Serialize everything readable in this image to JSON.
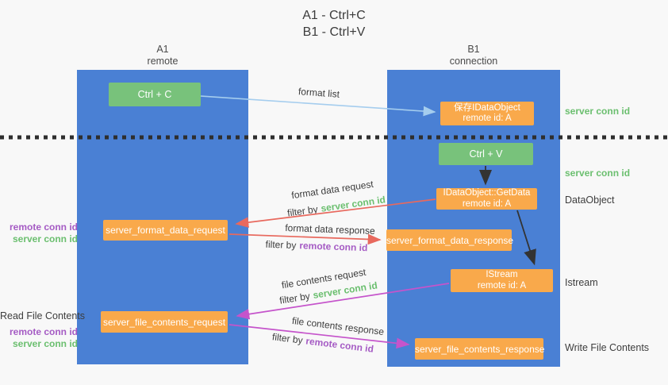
{
  "title": {
    "line1": "A1 - Ctrl+C",
    "line2": "B1 - Ctrl+V"
  },
  "lifelines": {
    "left": {
      "name": "A1",
      "role": "remote"
    },
    "right": {
      "name": "B1",
      "role": "connection"
    }
  },
  "nodes": {
    "ctrl_c": "Ctrl + C",
    "ctrl_v": "Ctrl + V",
    "save_dataobject": {
      "title": "保存IDataObject",
      "subtitle": "remote id: A"
    },
    "getdata": {
      "title": "IDataObject::GetData",
      "subtitle": "remote id: A"
    },
    "istream": {
      "title": "IStream",
      "subtitle": "remote id: A"
    },
    "format_request": "server_format_data_request",
    "format_response": "server_format_data_response",
    "file_request": "server_file_contents_request",
    "file_response": "server_file_contents_response"
  },
  "arrow_labels": {
    "format_list": "format list",
    "format_data_request": "format data request",
    "format_data_response": "format data response",
    "file_contents_request": "file contents request",
    "file_contents_response": "file contents response",
    "filter_by": "filter by",
    "server_conn_id": "server conn id",
    "remote_conn_id": "remote conn id"
  },
  "side_labels": {
    "right_server_conn_top": "server conn id",
    "right_server_conn_mid": "server conn id",
    "dataobject": "DataObject",
    "istream": "Istream",
    "write_file_contents": "Write File Contents",
    "read_file_contents": "Read File Contents",
    "left_remote_conn_1": "remote conn id",
    "left_server_conn_1": "server conn id",
    "left_remote_conn_2": "remote conn id",
    "left_server_conn_2": "server conn id"
  },
  "colors": {
    "lifeline_blue": "#4a80d4",
    "action_green": "#78c27b",
    "message_orange": "#f9a94b",
    "request_red": "#e8695e",
    "response_magenta": "#c554cb",
    "format_list_blue": "#a5cdee",
    "server_conn_green": "#6bbf6f",
    "remote_conn_purple": "#a55bc4",
    "separator_black": "#2e2e2e",
    "text_dark": "#3d3d3d"
  }
}
